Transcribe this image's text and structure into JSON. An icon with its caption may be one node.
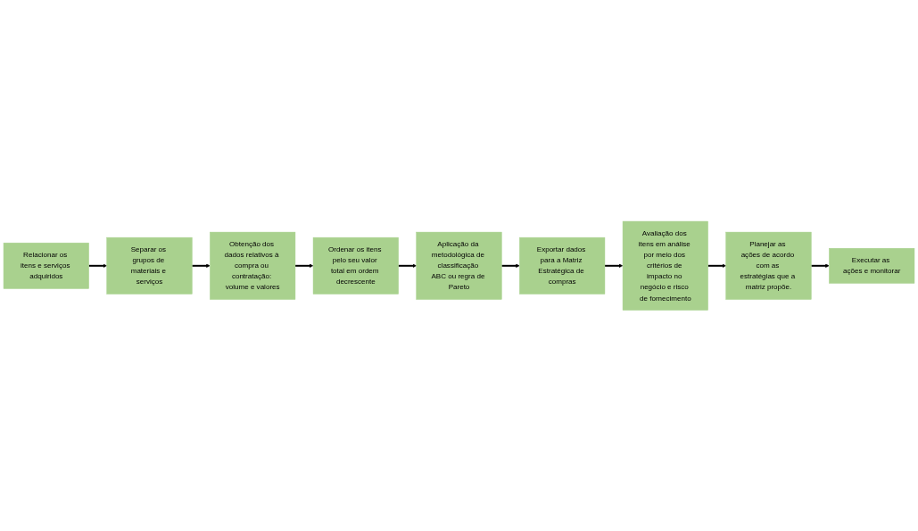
{
  "diagram": {
    "nodes": [
      {
        "text": [
          "Relacionar os itens e serviços adquiridos"
        ]
      },
      {
        "text": [
          "Separar os grupos de materiais e serviços"
        ]
      },
      {
        "text": [
          "Obtenção dos dados relativos à compra ou contratação: volume e valores"
        ]
      },
      {
        "text": [
          "Ordenar os itens pelo seu valor total em ordem decrescente"
        ]
      },
      {
        "text": [
          "Aplicação da metodológica de classificação ABC ou regra de Pareto"
        ]
      },
      {
        "text": [
          "Exportar dados para a Matriz Estratégica de compras"
        ]
      },
      {
        "text": [
          "Avaliação dos itens em análise por meio dos critérios de impacto no negócio e risco de fornecimento"
        ]
      },
      {
        "text": [
          "Planejar as ações de acordo com as estratégias que a matriz propõe."
        ]
      },
      {
        "text": [
          "Executar as ações e monitorar"
        ]
      }
    ],
    "edges": [
      {
        "from": 0,
        "to": 1,
        "arrow": "to"
      },
      {
        "from": 1,
        "to": 2,
        "arrow": "to"
      },
      {
        "from": 2,
        "to": 3,
        "arrow": "to"
      },
      {
        "from": 3,
        "to": 4,
        "arrow": "to"
      },
      {
        "from": 4,
        "to": 5,
        "arrow": "to"
      },
      {
        "from": 5,
        "to": 6,
        "arrow": "to"
      },
      {
        "from": 6,
        "to": 7,
        "arrow": "to"
      },
      {
        "from": 7,
        "to": 8,
        "arrow": "to"
      }
    ]
  }
}
